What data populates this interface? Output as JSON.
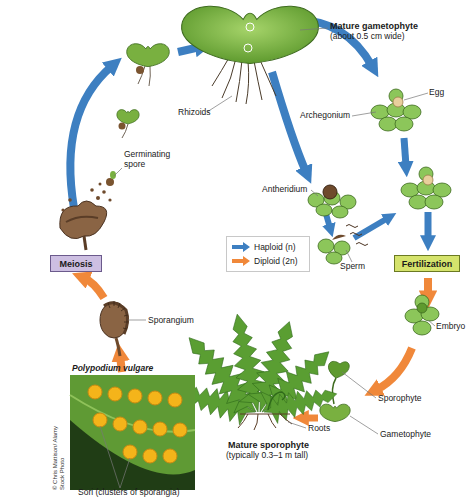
{
  "diagram": {
    "nodes": [
      {
        "text": [
          "Meiosis"
        ]
      },
      {
        "text": [
          "Fertilization"
        ]
      }
    ],
    "labels": [
      "Mature gametophyte",
      "(about 0.5 cm wide)",
      "Archegonium",
      "Egg",
      "Antheridium",
      "Sperm",
      "Embryo",
      "Sporophyte",
      "Gametophyte",
      "Mature sporophyte",
      "(typically 0.3–1 m tall)",
      "Roots",
      "Sori (clusters of sporangia)",
      "Polypodium vulgare",
      "Sporangium",
      "Germinating spore",
      "Rhizoids",
      "© Chris Mattison/ Alamy Stock Photo"
    ],
    "legend": [
      {
        "text": "Haploid (n)",
        "color": "#3d7fc1"
      },
      {
        "text": "Diploid (2n)",
        "color": "#f0883a"
      }
    ]
  }
}
